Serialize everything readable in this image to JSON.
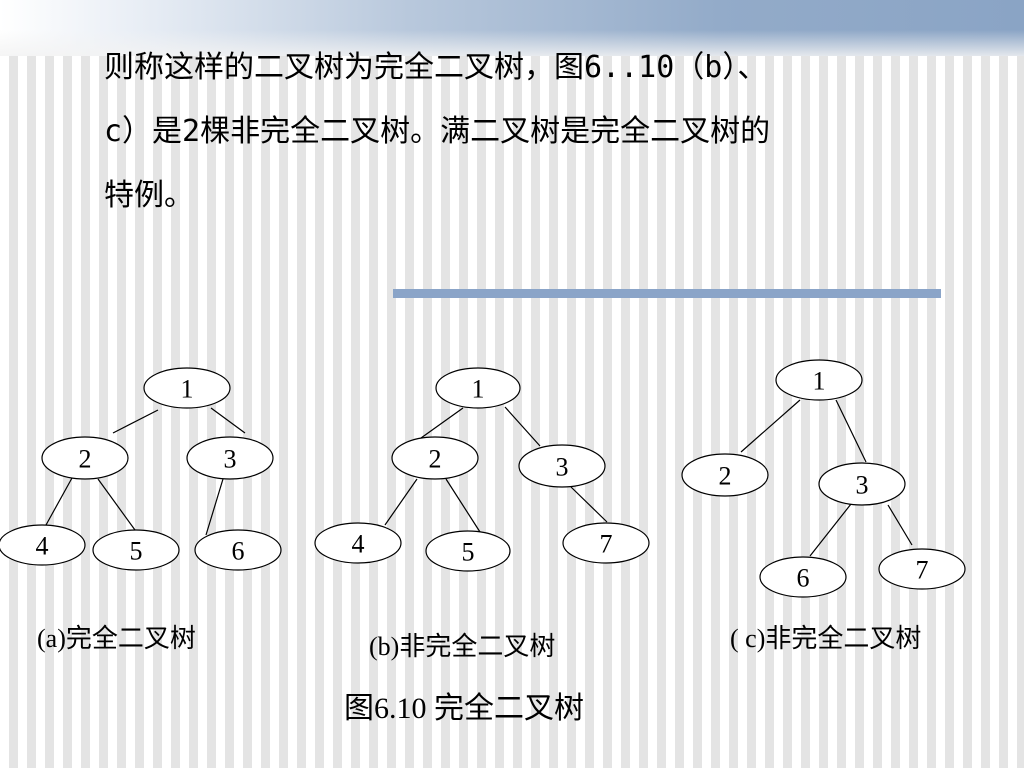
{
  "paragraph": {
    "line1": "则称这样的二叉树为完全二叉树，图6..10（b）、",
    "line2": "c）是2棵非完全二叉树。满二叉树是完全二叉树的",
    "line3": "特例。"
  },
  "trees": [
    {
      "caption": "(a)完全二叉树",
      "nodes": [
        {
          "label": "1"
        },
        {
          "label": "2"
        },
        {
          "label": "3"
        },
        {
          "label": "4"
        },
        {
          "label": "5"
        },
        {
          "label": "6"
        }
      ]
    },
    {
      "caption": "(b)非完全二叉树",
      "nodes": [
        {
          "label": "1"
        },
        {
          "label": "2"
        },
        {
          "label": "3"
        },
        {
          "label": "4"
        },
        {
          "label": "5"
        },
        {
          "label": "7"
        }
      ]
    },
    {
      "caption": "( c)非完全二叉树",
      "nodes": [
        {
          "label": "1"
        },
        {
          "label": "2"
        },
        {
          "label": "3"
        },
        {
          "label": "6"
        },
        {
          "label": "7"
        }
      ]
    }
  ],
  "figure_caption": "图6.10 完全二叉树",
  "colors": {
    "accent_rule": "#8aa4c8",
    "node_stroke": "#000000",
    "node_fill": "#ffffff"
  }
}
